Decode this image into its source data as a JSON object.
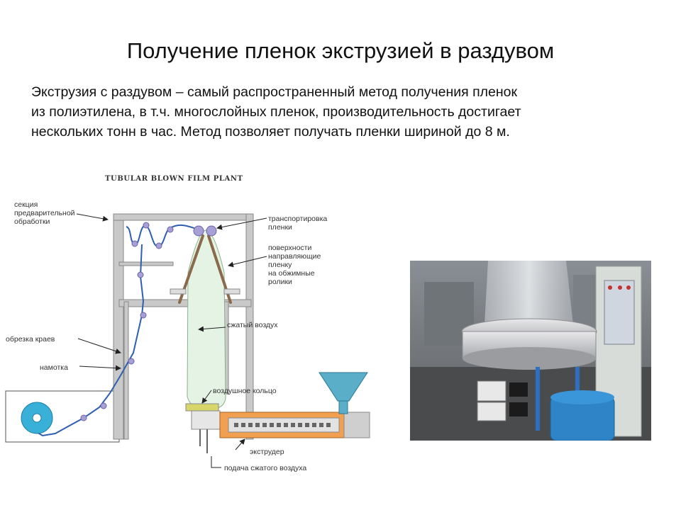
{
  "slide": {
    "title": "Получение пленок экструзией в раздувом",
    "intro_lines": [
      "Экструзия с раздувом – самый распространенный метод получения пленок",
      "из полиэтилена, в т.ч. многослойных пленок, производительность достигает",
      "нескольких тонн в час. Метод позволяет получать пленки шириной до 8 м."
    ]
  },
  "diagram": {
    "title": "TUBULAR BLOWN FILM PLANT",
    "labels": {
      "pretreatment": [
        "секция",
        "предварительной",
        "обработки"
      ],
      "transport": [
        "транспортировка",
        "пленки"
      ],
      "guide_surfaces": [
        "поверхности",
        "направляющие",
        "пленку",
        "на обжимные",
        "ролики"
      ],
      "compressed_air": "сжатый воздух",
      "edge_trim": "обрезка краев",
      "winding": "намотка",
      "air_ring": "воздушное кольцо",
      "extruder": "экструдер",
      "air_supply": "подача сжатого воздуха"
    }
  },
  "photo": {
    "subject": "blown-film-machine-photo"
  },
  "colors": {
    "film_line": "#2f5fb0",
    "bubble": "#e4f3e4",
    "roller": "#a7a0d6",
    "winding_roll": "#39b0d8",
    "frame": "#c4c4c4",
    "extruder_body": "#f0a050",
    "hopper": "#5aaec8",
    "guide": "#8a6a4a"
  }
}
